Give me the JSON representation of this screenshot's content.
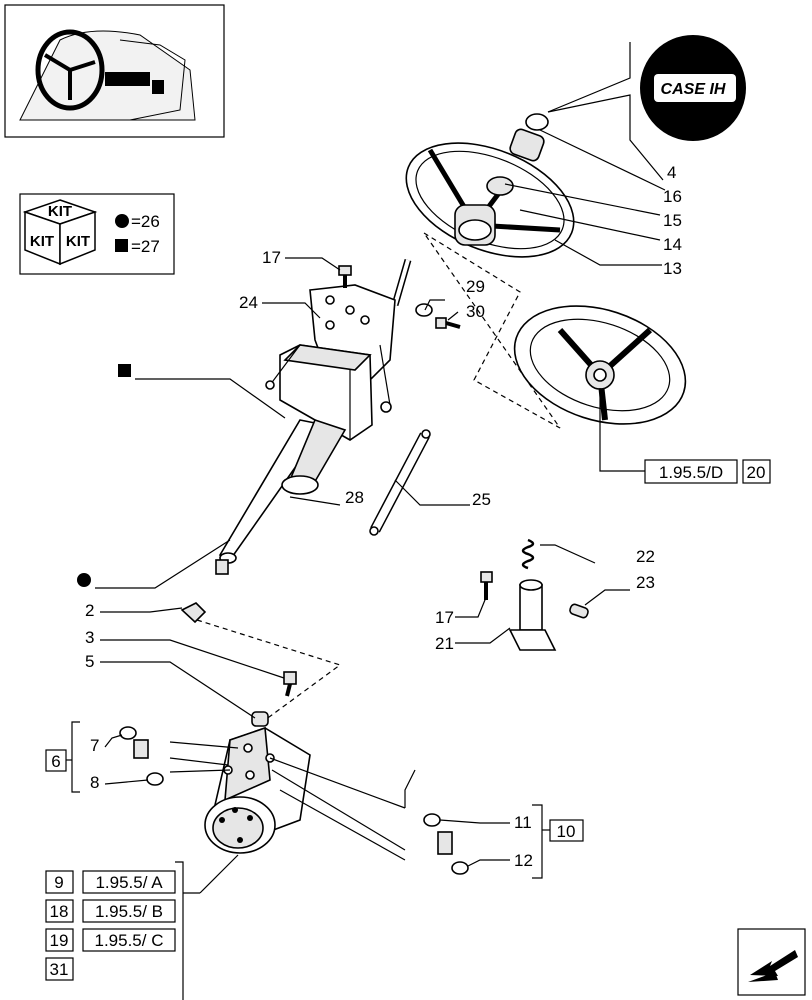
{
  "brand": {
    "logo_text": "CASE IH"
  },
  "kit": {
    "label": "KIT",
    "circle_eq": "=26",
    "square_eq": "=27"
  },
  "callouts": {
    "c4": "4",
    "c16": "16",
    "c15": "15",
    "c14": "14",
    "c13": "13",
    "c17a": "17",
    "c24": "24",
    "c29": "29",
    "c30": "30",
    "c28": "28",
    "c25": "25",
    "c22": "22",
    "c23": "23",
    "c17b": "17",
    "c21": "21",
    "c2": "2",
    "c3": "3",
    "c5": "5",
    "c7": "7",
    "c8": "8",
    "c11": "11",
    "c12": "12"
  },
  "boxed_refs": {
    "b20": "20",
    "ref_195d": "1.95.5/D",
    "b6": "6",
    "b10": "10",
    "b9": "9",
    "ref_a": "1.95.5/ A",
    "b18": "18",
    "ref_b": "1.95.5/ B",
    "b19": "19",
    "ref_c": "1.95.5/ C",
    "b31": "31"
  },
  "icons": [
    "tractor-cab-thumbnail-icon",
    "kit-cube-icon",
    "filled-circle-icon",
    "filled-square-icon",
    "next-page-arrow-icon"
  ],
  "colors": {
    "ink": "#000000",
    "paper": "#ffffff"
  }
}
